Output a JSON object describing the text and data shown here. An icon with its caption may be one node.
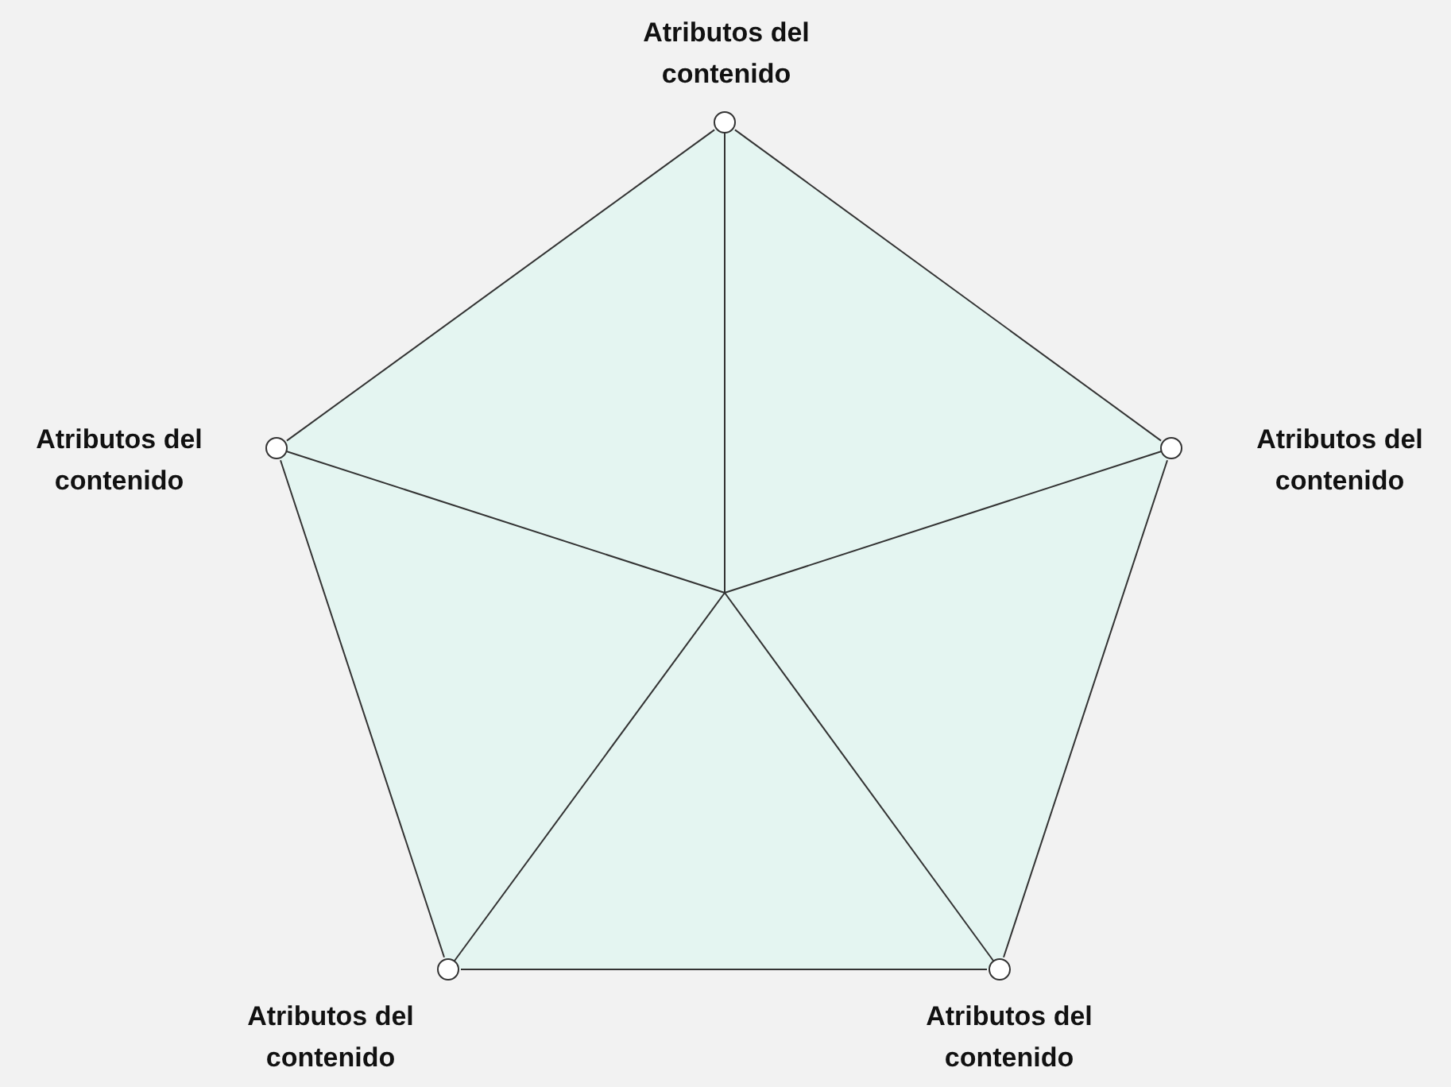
{
  "diagram": {
    "nodes": [
      {
        "text": [
          "Atributos del contenido"
        ]
      },
      {
        "text": [
          "Atributos del contenido"
        ]
      },
      {
        "text": [
          "Atributos del contenido"
        ]
      },
      {
        "text": [
          "Atributos del contenido"
        ]
      },
      {
        "text": [
          "Atributos del contenido"
        ]
      }
    ],
    "edges": [
      {
        "from": 0,
        "to": 1,
        "arrow": "none"
      },
      {
        "from": 1,
        "to": 2,
        "arrow": "none"
      },
      {
        "from": 2,
        "to": 3,
        "arrow": "none"
      },
      {
        "from": 3,
        "to": 4,
        "arrow": "none"
      },
      {
        "from": 4,
        "to": 0,
        "arrow": "none"
      }
    ]
  }
}
